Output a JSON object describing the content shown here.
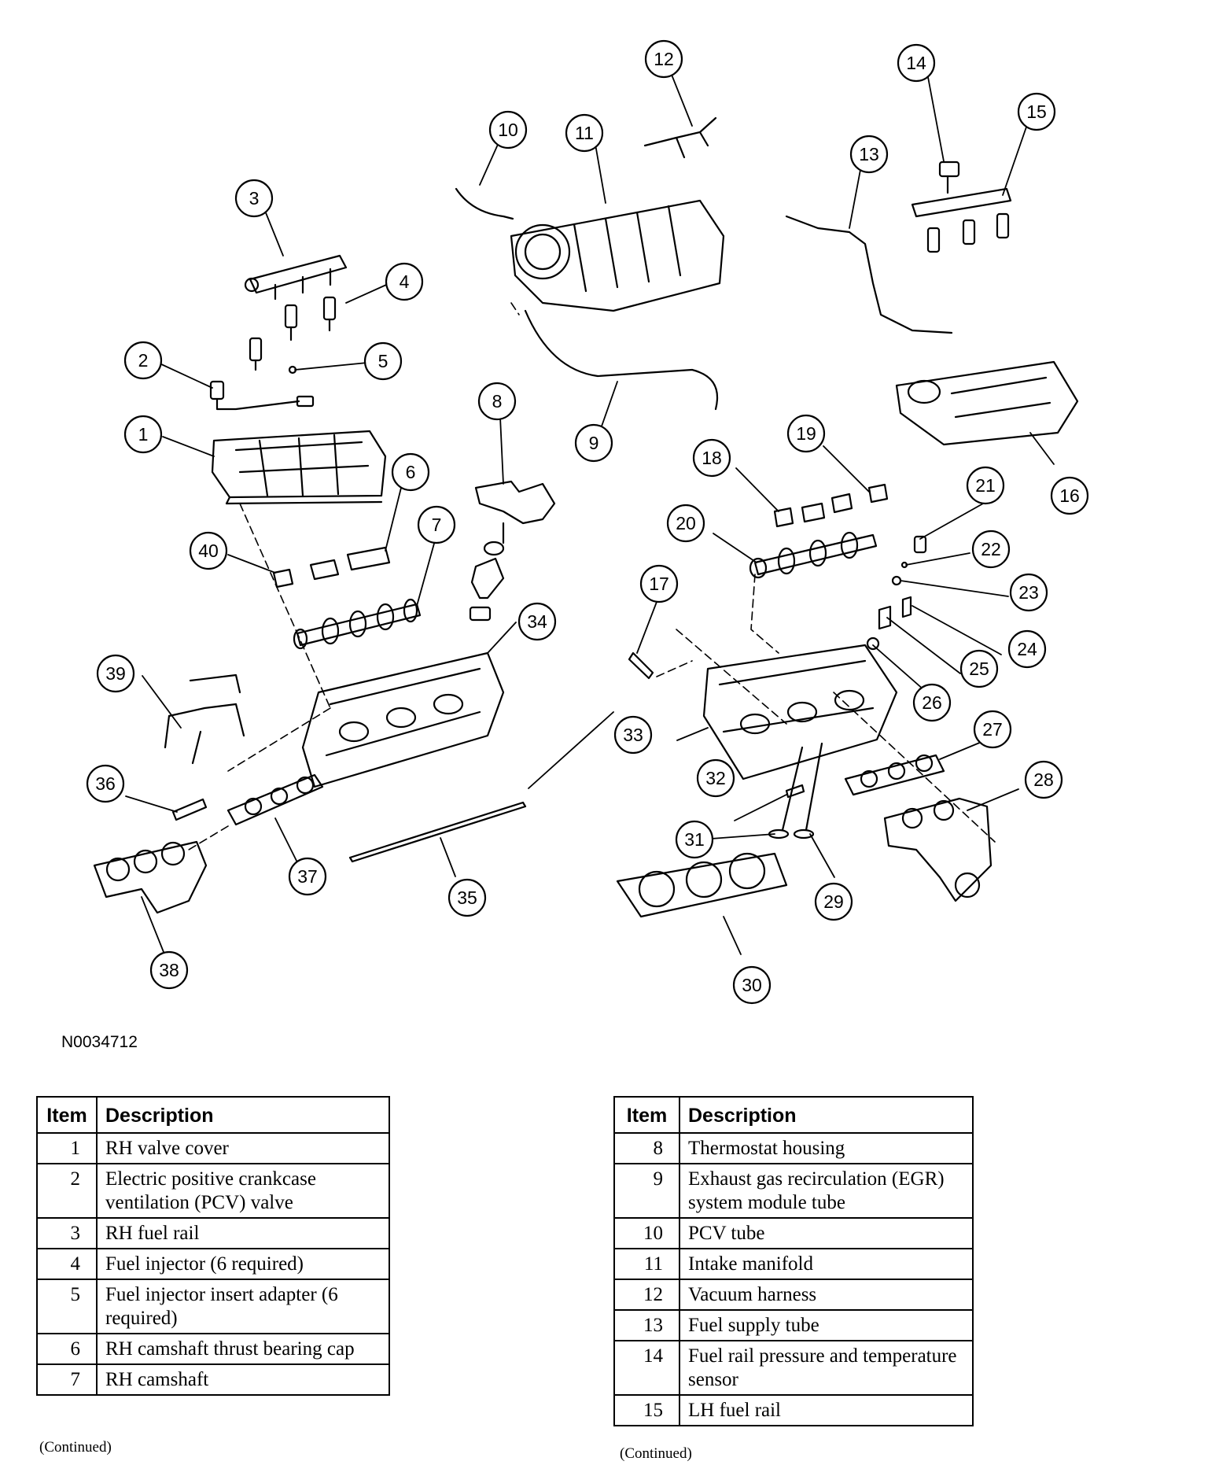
{
  "diagram": {
    "figure_id": "N0034712",
    "callouts": [
      "1",
      "2",
      "3",
      "4",
      "5",
      "6",
      "7",
      "8",
      "9",
      "10",
      "11",
      "12",
      "13",
      "14",
      "15",
      "16",
      "17",
      "18",
      "19",
      "20",
      "21",
      "22",
      "23",
      "24",
      "25",
      "26",
      "27",
      "28",
      "29",
      "30",
      "31",
      "32",
      "33",
      "34",
      "35",
      "36",
      "37",
      "38",
      "39",
      "40"
    ]
  },
  "tables": [
    {
      "header_item": "Item",
      "header_description": "Description",
      "rows": [
        {
          "item": "1",
          "description": "RH valve cover"
        },
        {
          "item": "2",
          "description": "Electric positive crankcase ventilation (PCV) valve"
        },
        {
          "item": "3",
          "description": "RH fuel rail"
        },
        {
          "item": "4",
          "description": "Fuel injector (6 required)"
        },
        {
          "item": "5",
          "description": "Fuel injector insert adapter (6 required)"
        },
        {
          "item": "6",
          "description": "RH camshaft thrust bearing cap"
        },
        {
          "item": "7",
          "description": "RH camshaft"
        }
      ],
      "footer": "(Continued)"
    },
    {
      "header_item": "Item",
      "header_description": "Description",
      "rows": [
        {
          "item": "8",
          "description": "Thermostat housing"
        },
        {
          "item": "9",
          "description": "Exhaust gas recirculation (EGR) system module tube"
        },
        {
          "item": "10",
          "description": "PCV tube"
        },
        {
          "item": "11",
          "description": "Intake manifold"
        },
        {
          "item": "12",
          "description": "Vacuum harness"
        },
        {
          "item": "13",
          "description": "Fuel supply tube"
        },
        {
          "item": "14",
          "description": "Fuel rail pressure and temperature sensor"
        },
        {
          "item": "15",
          "description": "LH fuel rail"
        }
      ],
      "footer": "(Continued)"
    }
  ]
}
